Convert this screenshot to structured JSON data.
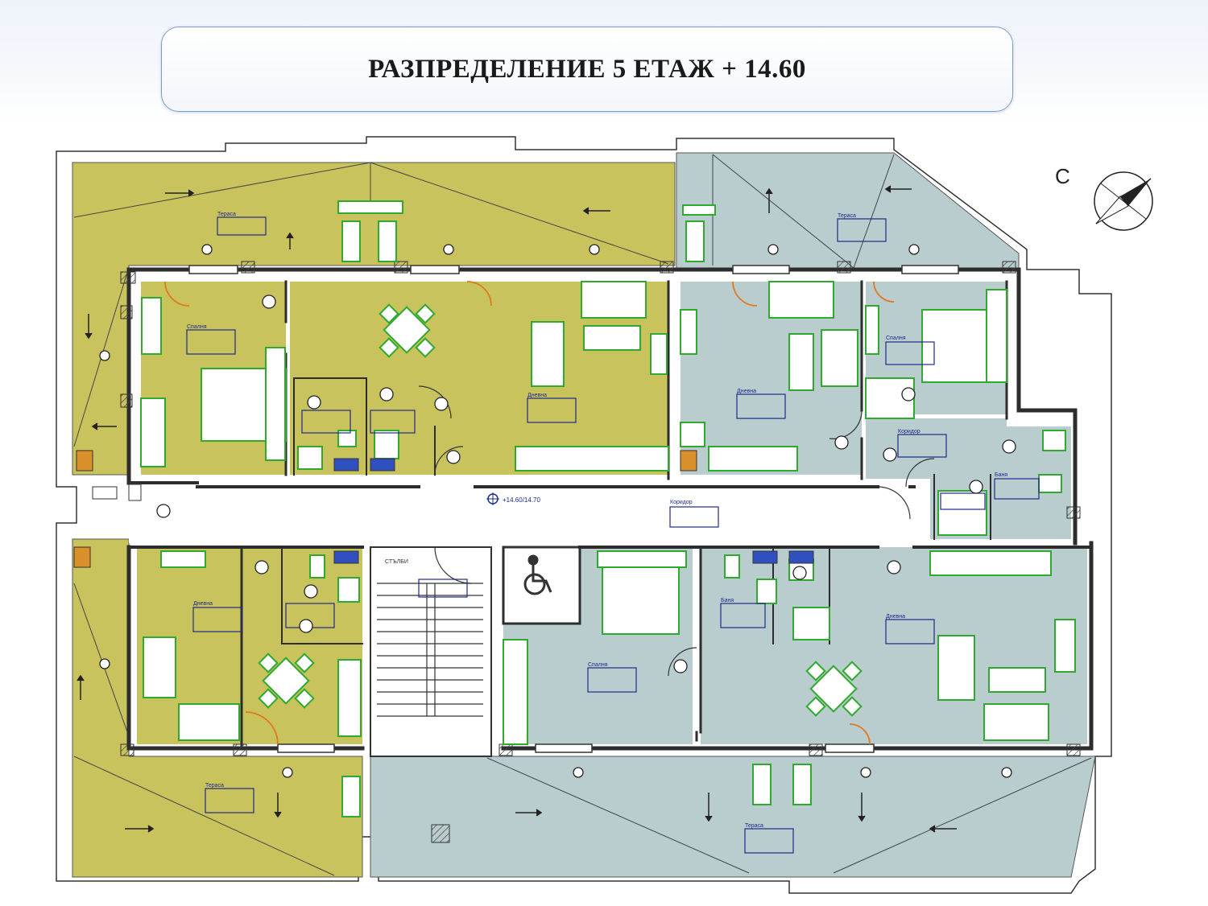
{
  "title": "РАЗПРЕДЕЛЕНИЕ 5 ЕТАЖ + 14.60",
  "colors": {
    "apartment_yellow": "#c8c35c",
    "apartment_blue": "#b9cdcf",
    "wall": "#2d2d2d",
    "furniture": "#2faa2f",
    "label_ink": "#1d2a8a",
    "door_swing": "#e07a20"
  },
  "compass": {
    "north_letter": "С"
  },
  "room_labels": {
    "corridor": "Коридор",
    "terrace": "Тераса",
    "bedroom": "Спалня",
    "living": "Дневна",
    "bath": "Баня"
  },
  "markers": {
    "elevation": "+14.60/14.70",
    "stair": "СТЪЛБИ"
  },
  "icons": [
    "compass-rose-icon",
    "wheelchair-icon",
    "wc-icon",
    "sink-icon",
    "stove-icon",
    "bed-icon",
    "sofa-icon",
    "dining-table-icon",
    "wardrobe-icon",
    "stair-icon",
    "flow-arrow-icon"
  ]
}
